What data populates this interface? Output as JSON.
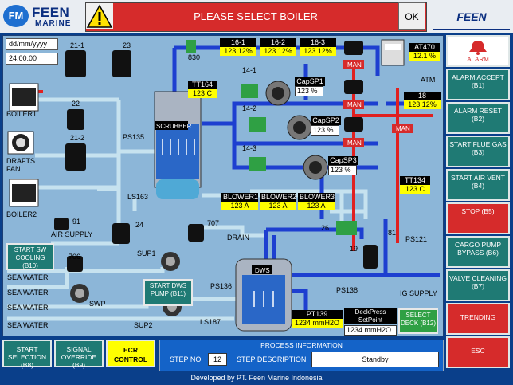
{
  "brand": {
    "name_top": "FEEN",
    "name_bottom": "MARINE",
    "logo_text": "FM",
    "right_logo": "FEEN MARINE"
  },
  "alert": {
    "message": "PLEASE SELECT BOILER",
    "ok_label": "OK"
  },
  "datetime": {
    "date": "dd/mm/yyyy",
    "time": "24:00:00"
  },
  "labels": {
    "v21_1": "21-1",
    "v23": "23",
    "v22": "22",
    "v21_2": "21-2",
    "boiler1": "BOILER1",
    "drafts_fan": "DRAFTS\nFAN",
    "boiler2": "BOILER2",
    "v91": "91",
    "air_supply": "AIR SUPPLY",
    "v830": "830",
    "ps135": "PS135",
    "ls163": "LS163",
    "v24": "24",
    "v707": "707",
    "drain": "DRAIN",
    "v706": "706",
    "sea1": "SEA WATER",
    "sea2": "SEA WATER",
    "sea3": "SEA WATER",
    "sea4": "SEA WATER",
    "swp": "SWP",
    "sup1": "SUP1",
    "sup2": "SUP2",
    "ps136": "PS136",
    "ls187": "LS187",
    "ps138": "PS138",
    "ig_supply": "IG SUPPLY",
    "dws": "DWS",
    "v26": "26",
    "v19": "19",
    "v81": "81",
    "ps121": "PS121",
    "atm": "ATM",
    "v14_1": "14-1",
    "v14_2": "14-2",
    "v14_3": "14-3",
    "man1": "MAN",
    "man2": "MAN",
    "man3": "MAN",
    "man4": "MAN",
    "scrubber": "SCRUBBER",
    "alarm": "ALARM"
  },
  "readings": {
    "t16_1": {
      "tag": "16-1",
      "value": "123.12%"
    },
    "t16_2": {
      "tag": "16-2",
      "value": "123.12%"
    },
    "t16_3": {
      "tag": "16-3",
      "value": "123.12%"
    },
    "at470": {
      "tag": "AT470",
      "value": "12.1 %"
    },
    "t18": {
      "tag": "18",
      "value": "123.12%"
    },
    "tt164": {
      "tag": "TT164",
      "value": "123 C"
    },
    "tt134": {
      "tag": "TT134",
      "value": "123 C"
    },
    "capsp1": {
      "tag": "CapSP1",
      "value": "123 %"
    },
    "capsp2": {
      "tag": "CapSP2",
      "value": "123 %"
    },
    "capsp3": {
      "tag": "CapSP3",
      "value": "123 %"
    },
    "blower1": {
      "tag": "BLOWER1",
      "value": "123 A"
    },
    "blower2": {
      "tag": "BLOWER2",
      "value": "123 A"
    },
    "blower3": {
      "tag": "BLOWER3",
      "value": "123 A"
    },
    "pt139": {
      "tag": "PT139",
      "value": "1234 mmH2O"
    },
    "deckpress": {
      "tag": "DeckPress SetPoint",
      "value": "1234 mmH2O"
    }
  },
  "panel_buttons": {
    "start_sw_cooling": "START SW COOLING (B10)",
    "start_dws_pump": "START DWS PUMP (B11)",
    "select_deck": "SELECT DECK (B12)"
  },
  "side_buttons": [
    {
      "label": "ALARM ACCEPT (B1)",
      "color": "#1f7a74"
    },
    {
      "label": "ALARM RESET (B2)",
      "color": "#1f7a74"
    },
    {
      "label": "START FLUE GAS (B3)",
      "color": "#1f7a74"
    },
    {
      "label": "START AIR VENT (B4)",
      "color": "#1f7a74"
    },
    {
      "label": "STOP (B5)",
      "color": "#d62b2b"
    },
    {
      "label": "CARGO PUMP BYPASS (B6)",
      "color": "#1f7a74"
    },
    {
      "label": "VALVE CLEANING (B7)",
      "color": "#1f7a74"
    },
    {
      "label": "TRENDING",
      "color": "#d62b2b"
    },
    {
      "label": "ESC",
      "color": "#d62b2b"
    }
  ],
  "bottom_buttons": {
    "start_selection": "START SELECTION (B8)",
    "signal_override": "SIGNAL OVERRIDE (B9)",
    "ecr_control": "ECR CONTROL"
  },
  "process_info": {
    "title": "PROCESS INFORMATION",
    "step_no_label": "STEP NO",
    "step_no": "12",
    "step_desc_label": "STEP DESCRIPTION",
    "step_desc": "Standby"
  },
  "footer": "Developed by PT. Feen Marine Indonesia",
  "colors": {
    "panel_bg": "#8cb6d8",
    "pipe_blue": "#1d3fd0",
    "pipe_red": "#e02020",
    "pipe_light": "#b8d8e8",
    "button_teal": "#1f7a74",
    "button_red": "#d62b2b",
    "value_yellow": "#ffff00"
  }
}
